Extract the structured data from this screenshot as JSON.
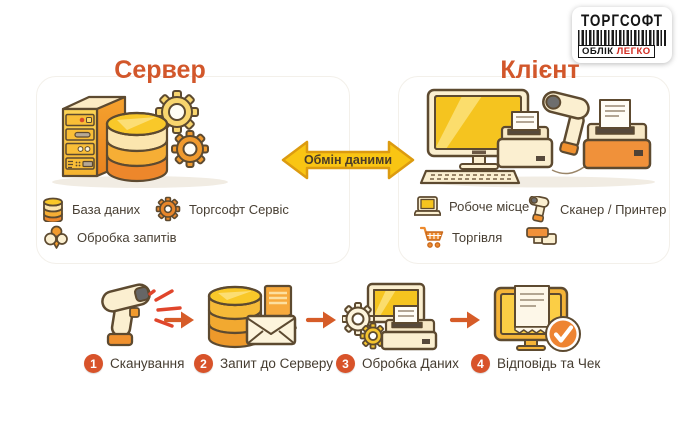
{
  "logo": {
    "title": "ТОРГСОФТ",
    "subtitle_black": "ОБЛІК",
    "subtitle_red": "ЛЕГКО"
  },
  "server": {
    "title": "Сервер",
    "legend": [
      {
        "icon": "database-icon",
        "label": "База даних"
      },
      {
        "icon": "gear-icon",
        "label": "Торгсофт Сервіс"
      },
      {
        "icon": "cluster-icon",
        "label": "Обробка запитів"
      }
    ]
  },
  "client": {
    "title": "Клієнт",
    "legend": [
      {
        "icon": "laptop-icon",
        "label": "Робоче місце"
      },
      {
        "icon": "scanner-icon",
        "label": "Сканер / Принтер"
      },
      {
        "icon": "cart-icon",
        "label": "Торгівля"
      },
      {
        "icon": "pos-terminal-icon",
        "label": ""
      }
    ]
  },
  "exchange": {
    "label": "Обмін даними"
  },
  "flow": [
    {
      "number": "1",
      "label": "Сканування"
    },
    {
      "number": "2",
      "label": "Запит до Серверу"
    },
    {
      "number": "3",
      "label": "Обробка Даних"
    },
    {
      "number": "4",
      "label": "Відповідь та Чек"
    }
  ],
  "colors": {
    "accent_heading": "#d2572b",
    "badge": "#d8532a",
    "arrow_fill": "#f9c513",
    "arrow_stroke": "#dc9b10",
    "flow_arrow": "#d65c28",
    "yellow": "#f9c829",
    "orange": "#f0912f",
    "cream": "#fbefd3",
    "outline": "#5d4a30",
    "text": "#483f33",
    "logo_red": "#d2291e"
  }
}
